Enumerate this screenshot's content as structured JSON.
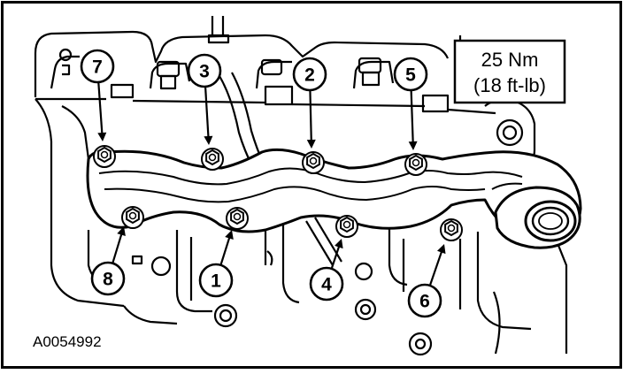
{
  "figure_id": "A0054992",
  "torque_spec": {
    "line1": "25 Nm",
    "line2": "(18 ft-lb)"
  },
  "callouts": [
    {
      "label": "7"
    },
    {
      "label": "3"
    },
    {
      "label": "2"
    },
    {
      "label": "5"
    },
    {
      "label": "8"
    },
    {
      "label": "1"
    },
    {
      "label": "4"
    },
    {
      "label": "6"
    }
  ]
}
